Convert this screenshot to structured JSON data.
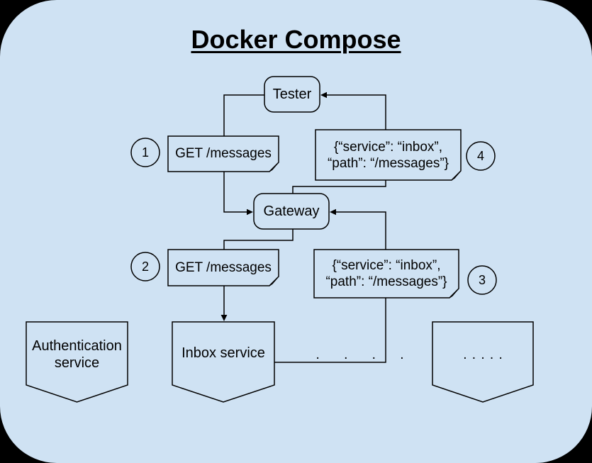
{
  "diagram": {
    "title": "Docker Compose",
    "nodes": {
      "tester": "Tester",
      "gateway": "Gateway",
      "auth_service": "Authentication\nservice",
      "inbox_service": "Inbox service",
      "more_services_dots": ". . . . .",
      "between_dots": ". . . ."
    },
    "steps": [
      {
        "num": "1",
        "text": "GET /messages"
      },
      {
        "num": "2",
        "text": "GET /messages"
      },
      {
        "num": "3",
        "text": "{“service”: “inbox”,\n“path”: “/messages”}"
      },
      {
        "num": "4",
        "text": "{“service”: “inbox”,\n“path”: “/messages”}"
      }
    ],
    "colors": {
      "canvas_fill": "#cfe2f3",
      "outline": "#000000",
      "page_background": "#000000",
      "fold_fill": "#90a4b3"
    }
  }
}
